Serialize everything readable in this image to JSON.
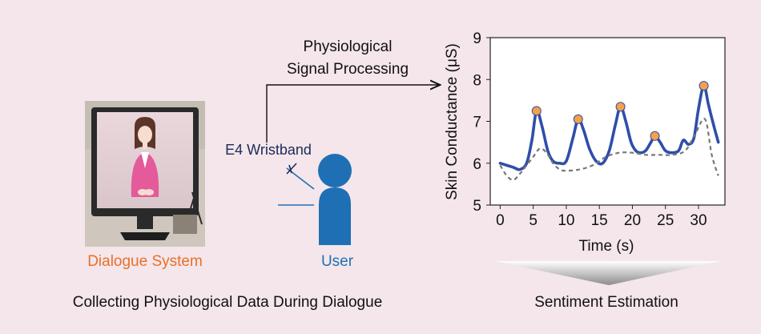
{
  "labels": {
    "signal_processing_line1": "Physiological",
    "signal_processing_line2": "Signal Processing",
    "wristband": "E4 Wristband",
    "dialogue_system": "Dialogue System",
    "user": "User",
    "collecting": "Collecting Physiological Data During Dialogue",
    "sentiment": "Sentiment Estimation"
  },
  "colors": {
    "background": "#f4e6ea",
    "dialogue_system_label": "#e8702a",
    "user": "#1f6fb5",
    "signal_line": "#2e4eaa",
    "peak_marker": "#f5a04a",
    "baseline": "#777777",
    "wristband_label": "#1c2a5a"
  },
  "icons": [
    "monitor-with-avatar",
    "user-silhouette-icon",
    "wristband-icon",
    "down-arrow-funnel"
  ],
  "chart_data": {
    "type": "line",
    "xlabel": "Time (s)",
    "ylabel": "Skin Conductance (μS)",
    "xlim": [
      -1.5,
      34
    ],
    "ylim": [
      5,
      9
    ],
    "xticks": [
      0,
      5,
      10,
      15,
      20,
      25,
      30
    ],
    "yticks": [
      5,
      6,
      7,
      8,
      9
    ],
    "grid": false,
    "legend": "none",
    "series": [
      {
        "style": "solid",
        "x": [
          0,
          1,
          2,
          3,
          4,
          4.8,
          5.5,
          6.3,
          7.2,
          8,
          9,
          10,
          11,
          11.8,
          12.6,
          13.5,
          14.5,
          15.5,
          16.5,
          17.4,
          18.2,
          19,
          19.8,
          20.5,
          21.2,
          22,
          22.8,
          23.4,
          24.2,
          25,
          26,
          27,
          27.7,
          28.5,
          29.3,
          30,
          30.8,
          31.5,
          32.3,
          33
        ],
        "y": [
          6.0,
          5.95,
          5.9,
          5.85,
          6.0,
          6.55,
          7.25,
          6.9,
          6.3,
          6.05,
          6.0,
          6.05,
          6.6,
          7.05,
          6.8,
          6.35,
          6.05,
          6.0,
          6.3,
          6.9,
          7.35,
          7.0,
          6.5,
          6.3,
          6.25,
          6.3,
          6.5,
          6.65,
          6.5,
          6.3,
          6.25,
          6.3,
          6.55,
          6.45,
          6.6,
          7.3,
          7.85,
          7.4,
          6.9,
          6.5
        ]
      },
      {
        "style": "dashed",
        "x": [
          0,
          1,
          2,
          3,
          4,
          5,
          6,
          7,
          8,
          9,
          10,
          12,
          14,
          16,
          18,
          20,
          22,
          24,
          26,
          28,
          29.5,
          31,
          32,
          33
        ],
        "y": [
          5.95,
          5.7,
          5.6,
          5.75,
          5.95,
          6.15,
          6.35,
          6.25,
          6.0,
          5.85,
          5.82,
          5.85,
          5.95,
          6.15,
          6.25,
          6.25,
          6.2,
          6.2,
          6.2,
          6.3,
          6.7,
          7.05,
          6.2,
          5.7
        ]
      }
    ],
    "peaks": [
      {
        "x": 5.5,
        "y": 7.25
      },
      {
        "x": 11.8,
        "y": 7.05
      },
      {
        "x": 18.2,
        "y": 7.35
      },
      {
        "x": 23.4,
        "y": 6.65
      },
      {
        "x": 30.8,
        "y": 7.85
      }
    ]
  }
}
